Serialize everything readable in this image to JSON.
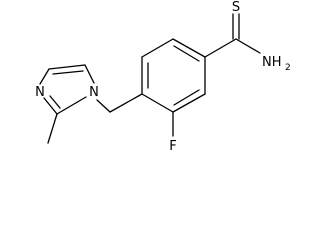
{
  "molecule": {
    "atoms": {
      "thioamide_S": "S",
      "amide_N": "NH",
      "amide_N_subscript": "2",
      "fluorine": "F",
      "imidazole_N1": "N",
      "imidazole_N3": "N"
    }
  }
}
